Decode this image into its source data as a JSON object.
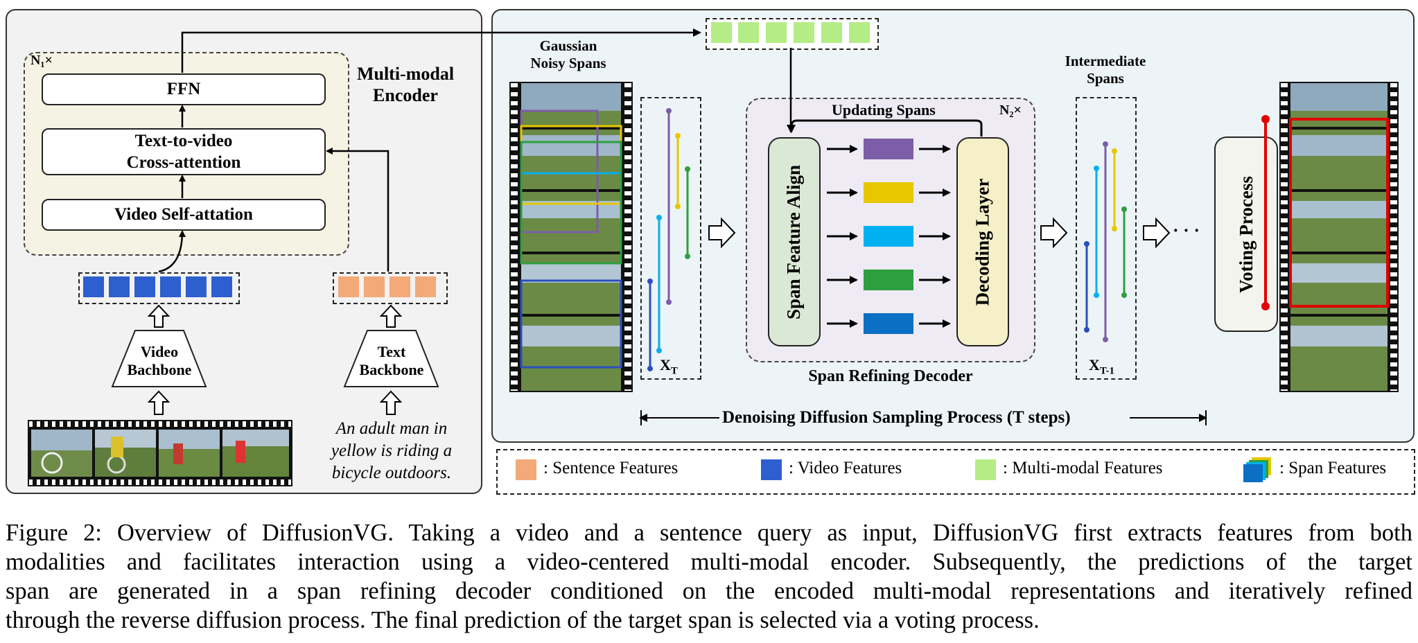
{
  "encoder": {
    "repeat": "N₁×",
    "title_line1": "Multi-modal",
    "title_line2": "Encoder",
    "ffn": "FFN",
    "cross_line1": "Text-to-video",
    "cross_line2": "Cross-attention",
    "self_attn": "Video Self-attation",
    "video_backbone_line1": "Video",
    "video_backbone_line2": "Bachbone",
    "text_backbone_line1": "Text",
    "text_backbone_line2": "Backbone",
    "query_line1": "An adult man in",
    "query_line2": "yellow is riding a",
    "query_line3": "bicycle outdoors."
  },
  "decoder": {
    "gaussian_line1": "Gaussian",
    "gaussian_line2": "Noisy Spans",
    "x_t": "X",
    "x_t_sub": "T",
    "updating": "Updating Spans",
    "repeat": "N₂×",
    "span_align": "Span Feature Align",
    "decoding_layer": "Decoding Layer",
    "name": "Span Refining Decoder",
    "intermediate_line1": "Intermediate",
    "intermediate_line2": "Spans",
    "x_t1": "X",
    "x_t1_sub": "T-1",
    "dots": "· · ·",
    "voting": "Voting Process",
    "sampling": "Denoising Diffusion Sampling Process (T steps)"
  },
  "legend": {
    "sentence": ": Sentence Features",
    "video": ": Video Features",
    "multimodal": ": Multi-modal Features",
    "span": ": Span Features"
  },
  "colors": {
    "sentence": "#f4a978",
    "video": "#2e5fcf",
    "multimodal": "#b4ec86",
    "span_purple": "#7b5ea7",
    "span_yellow": "#e6c700",
    "span_cyan": "#00b0f0",
    "span_green": "#2e9e3e",
    "span_blue": "#0b6fc4",
    "vote_red": "#e00000"
  },
  "caption": {
    "line1": "Figure 2: Overview of DiffusionVG. Taking a video and a sentence query as input, DiffusionVG first extracts features from both",
    "line2": "modalities and facilitates interaction using a video-centered multi-modal encoder. Subsequently, the predictions of the target",
    "line3": "span are generated in a span refining decoder conditioned on the encoded multi-modal representations and iteratively refined",
    "line4": "through the reverse diffusion process. The final prediction of the target span is selected via a voting process."
  }
}
